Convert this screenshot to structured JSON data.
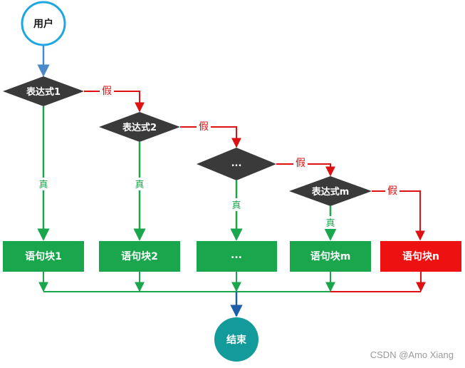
{
  "start": {
    "label": "用户"
  },
  "decisions": [
    {
      "label": "表达式1"
    },
    {
      "label": "表达式2"
    },
    {
      "label": "..."
    },
    {
      "label": "表达式m"
    }
  ],
  "blocks": [
    {
      "label": "语句块1",
      "color": "#1aa64c"
    },
    {
      "label": "语句块2",
      "color": "#1aa64c"
    },
    {
      "label": "...",
      "color": "#1aa64c"
    },
    {
      "label": "语句块m",
      "color": "#1aa64c"
    },
    {
      "label": "语句块n",
      "color": "#ee1111"
    }
  ],
  "end": {
    "label": "结束"
  },
  "edge_labels": {
    "true": "真",
    "false": "假"
  },
  "colors": {
    "start_ring": "#1ea7e1",
    "decision": "#3a3a3a",
    "true_edge": "#1aa64c",
    "false_edge": "#dd1111",
    "merge_edge": "#1d5fa6",
    "end_node": "#139a9a"
  },
  "watermark": "CSDN @Amo Xiang"
}
